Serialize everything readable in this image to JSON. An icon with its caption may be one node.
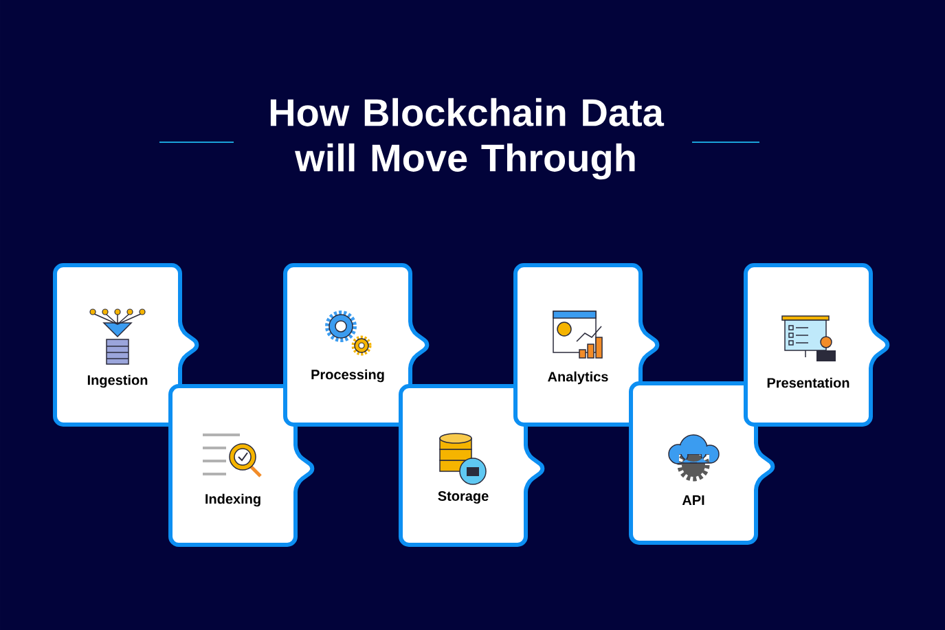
{
  "diagram": {
    "title": "How Blockchain Data will Move Through",
    "nodes": [
      {
        "text": [
          "Ingestion"
        ]
      },
      {
        "text": [
          "Indexing"
        ]
      },
      {
        "text": [
          "Processing"
        ]
      },
      {
        "text": [
          "Storage"
        ]
      },
      {
        "text": [
          "Analytics"
        ]
      },
      {
        "text": [
          "API"
        ]
      },
      {
        "text": [
          "Presentation"
        ]
      }
    ]
  }
}
